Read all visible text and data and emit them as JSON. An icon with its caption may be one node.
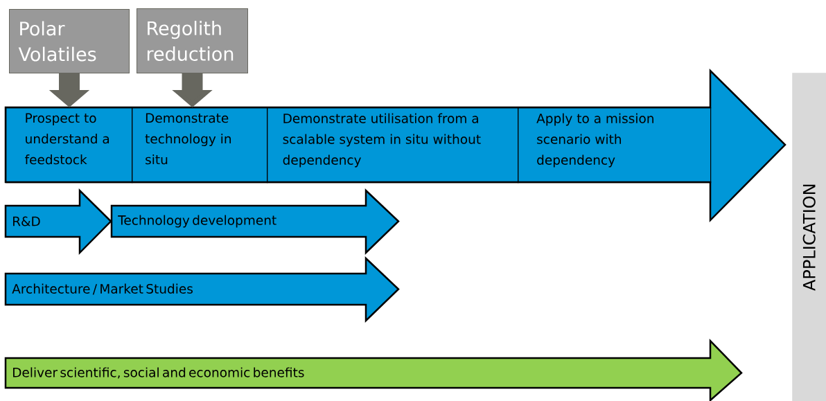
{
  "diagram": {
    "nodes": [
      {
        "text": [
          "Polar Volatiles"
        ]
      },
      {
        "text": [
          "Regolith reduction"
        ]
      },
      {
        "text": [],
        "shape": "arrow"
      },
      {
        "text": [
          "Prospect to understand a feedstock"
        ],
        "in": 2
      },
      {
        "text": [
          "Demonstrate technology in situ"
        ],
        "in": 2
      },
      {
        "text": [
          "Demonstrate utilisation from a scalable system in situ without dependency"
        ],
        "in": 2
      },
      {
        "text": [
          "Apply to a mission scenario with dependency"
        ],
        "in": 2
      },
      {
        "text": [
          "R&D"
        ]
      },
      {
        "text": [
          "Technology development"
        ]
      },
      {
        "text": [
          "Architecture / Market Studies"
        ]
      },
      {
        "text": [
          "Deliver scientific, social and economic benefits"
        ]
      },
      {
        "text": [
          "APPLICATION"
        ]
      }
    ],
    "edges": [
      {
        "from": 0,
        "to": 3,
        "arrow": "to"
      },
      {
        "from": 1,
        "to": 4,
        "arrow": "to"
      }
    ]
  }
}
